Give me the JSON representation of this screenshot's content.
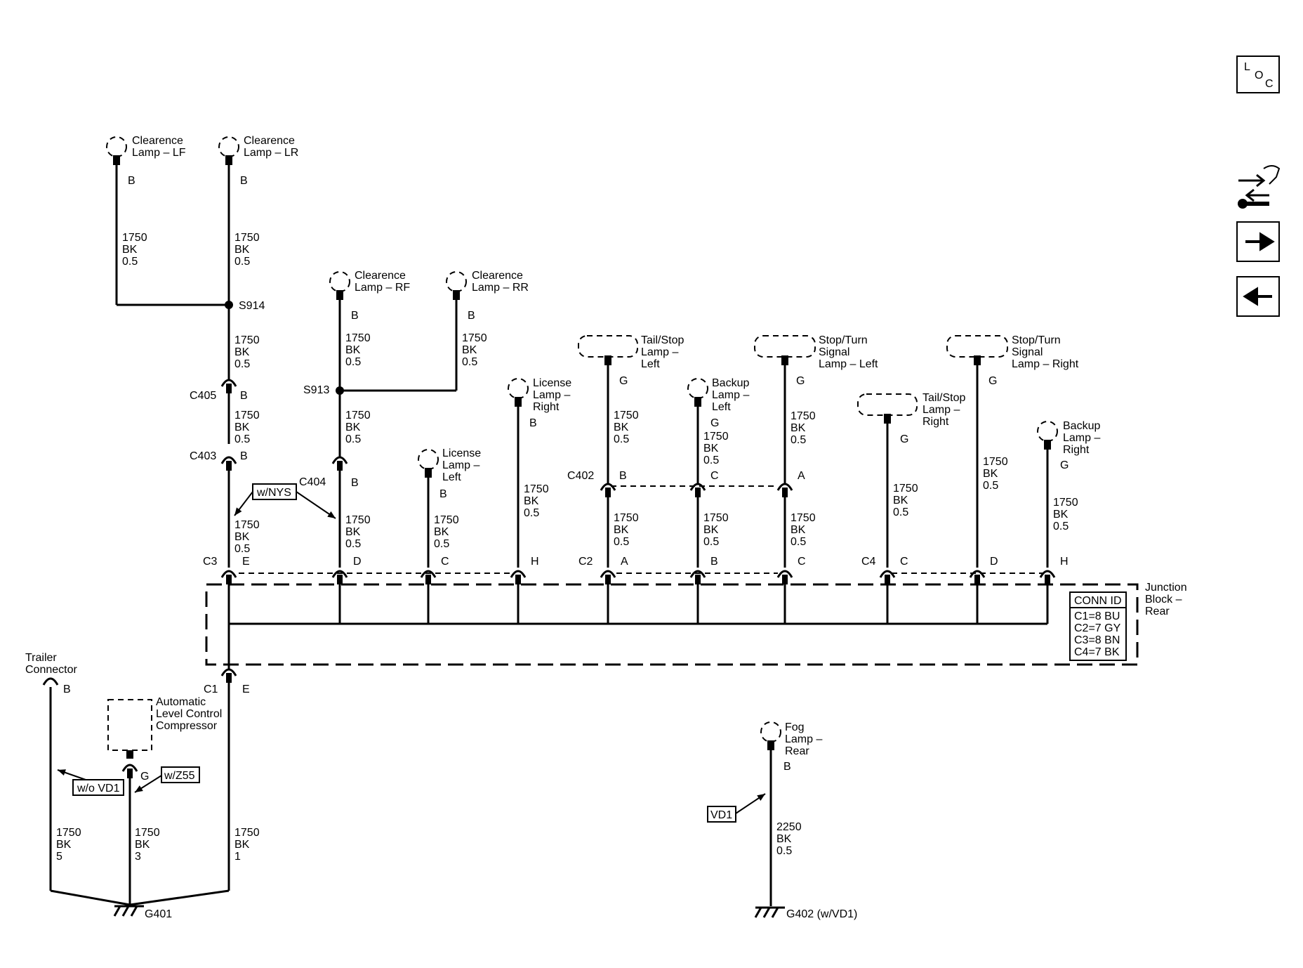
{
  "nav": {
    "loc_letters": [
      "L",
      "O",
      "C"
    ],
    "icons": [
      "component-locator-icon",
      "connector-wrench-icon",
      "next-page-arrow-icon",
      "previous-page-arrow-icon"
    ]
  },
  "components": {
    "clearance_lf": [
      "Clearence",
      "Lamp – LF"
    ],
    "clearance_lr": [
      "Clearence",
      "Lamp – LR"
    ],
    "clearance_rf": [
      "Clearence",
      "Lamp – RF"
    ],
    "clearance_rr": [
      "Clearence",
      "Lamp – RR"
    ],
    "license_right": [
      "License",
      "Lamp –",
      "Right"
    ],
    "license_left": [
      "License",
      "Lamp –",
      "Left"
    ],
    "tail_stop_left": [
      "Tail/Stop",
      "Lamp –",
      "Left"
    ],
    "backup_left": [
      "Backup",
      "Lamp –",
      "Left"
    ],
    "stop_turn_left": [
      "Stop/Turn",
      "Signal",
      "Lamp – Left"
    ],
    "tail_stop_right": [
      "Tail/Stop",
      "Lamp –",
      "Right"
    ],
    "stop_turn_right": [
      "Stop/Turn",
      "Signal",
      "Lamp – Right"
    ],
    "backup_right": [
      "Backup",
      "Lamp –",
      "Right"
    ],
    "fog_rear": [
      "Fog",
      "Lamp –",
      "Rear"
    ],
    "trailer": [
      "Trailer",
      "Connector"
    ],
    "alc": [
      "Automatic",
      "Level Control",
      "Compressor"
    ],
    "junction_block": [
      "Junction",
      "Block –",
      "Rear"
    ]
  },
  "conn_id": {
    "title": "CONN ID",
    "rows": [
      "C1=8 BU",
      "C2=7 GY",
      "C3=8 BN",
      "C4=7 BK"
    ]
  },
  "splices": {
    "s914": "S914",
    "s913": "S913"
  },
  "connectors": {
    "c405": "C405",
    "c403": "C403",
    "c404": "C404",
    "c402": "C402",
    "c3": "C3",
    "c2": "C2",
    "c4": "C4",
    "c1": "C1"
  },
  "pins": {
    "lf": "B",
    "lr": "B",
    "c405": "B",
    "c403": "B",
    "rf": "B",
    "rr": "B",
    "c404": "B",
    "lic_left": "B",
    "lic_right": "B",
    "tail_left": "G",
    "backup_left": "G",
    "stop_left": "G",
    "tail_right": "G",
    "stop_right": "G",
    "backup_right": "G",
    "c402_b": "B",
    "c402_c": "C",
    "c402_a": "A",
    "c3_e": "E",
    "c3_d": "D",
    "c3_c": "C",
    "c3_h": "H",
    "c2_a": "A",
    "c2_b": "B",
    "c2_c": "C",
    "c4_c": "C",
    "c4_d": "D",
    "c4_h": "H",
    "c1_e": "E",
    "trailer": "B",
    "alc": "G",
    "fog": "B"
  },
  "wires": {
    "std": [
      "1750",
      "BK",
      "0.5"
    ],
    "fog": [
      "2250",
      "BK",
      "0.5"
    ],
    "trailer_g401": [
      "1750",
      "BK",
      "5"
    ],
    "alc_g401": [
      "1750",
      "BK",
      "3"
    ],
    "c1_g401": [
      "1750",
      "BK",
      "1"
    ]
  },
  "options": {
    "nys": "w/NYS",
    "wo_vd1": "w/o VD1",
    "z55": "w/Z55",
    "vd1": "VD1"
  },
  "grounds": {
    "g401": "G401",
    "g402": "G402 (w/VD1)"
  }
}
